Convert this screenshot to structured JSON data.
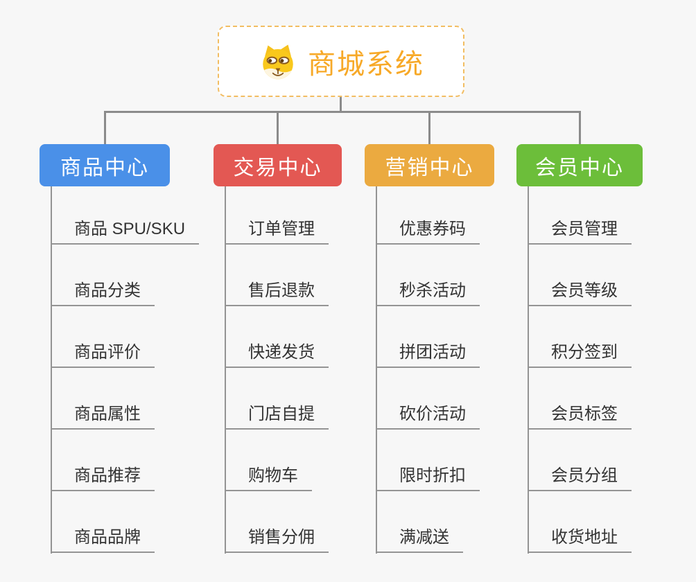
{
  "root": {
    "title": "商城系统",
    "icon": "doge-icon",
    "title_color": "#f7a928",
    "border_color": "#f2bd62"
  },
  "colors": {
    "connector": "#8b8b8b",
    "leaf_line": "#949494",
    "leaf_text": "#333333",
    "background": "#f7f7f7"
  },
  "branches": [
    {
      "label": "商品中心",
      "color": "#4a90e8",
      "children": [
        "商品 SPU/SKU",
        "商品分类",
        "商品评价",
        "商品属性",
        "商品推荐",
        "商品品牌"
      ]
    },
    {
      "label": "交易中心",
      "color": "#e35853",
      "children": [
        "订单管理",
        "售后退款",
        "快递发货",
        "门店自提",
        "购物车",
        "销售分佣"
      ]
    },
    {
      "label": "营销中心",
      "color": "#ebaa40",
      "children": [
        "优惠券码",
        "秒杀活动",
        "拼团活动",
        "砍价活动",
        "限时折扣",
        "满减送"
      ]
    },
    {
      "label": "会员中心",
      "color": "#6cbe3a",
      "children": [
        "会员管理",
        "会员等级",
        "积分签到",
        "会员标签",
        "会员分组",
        "收货地址"
      ]
    }
  ]
}
